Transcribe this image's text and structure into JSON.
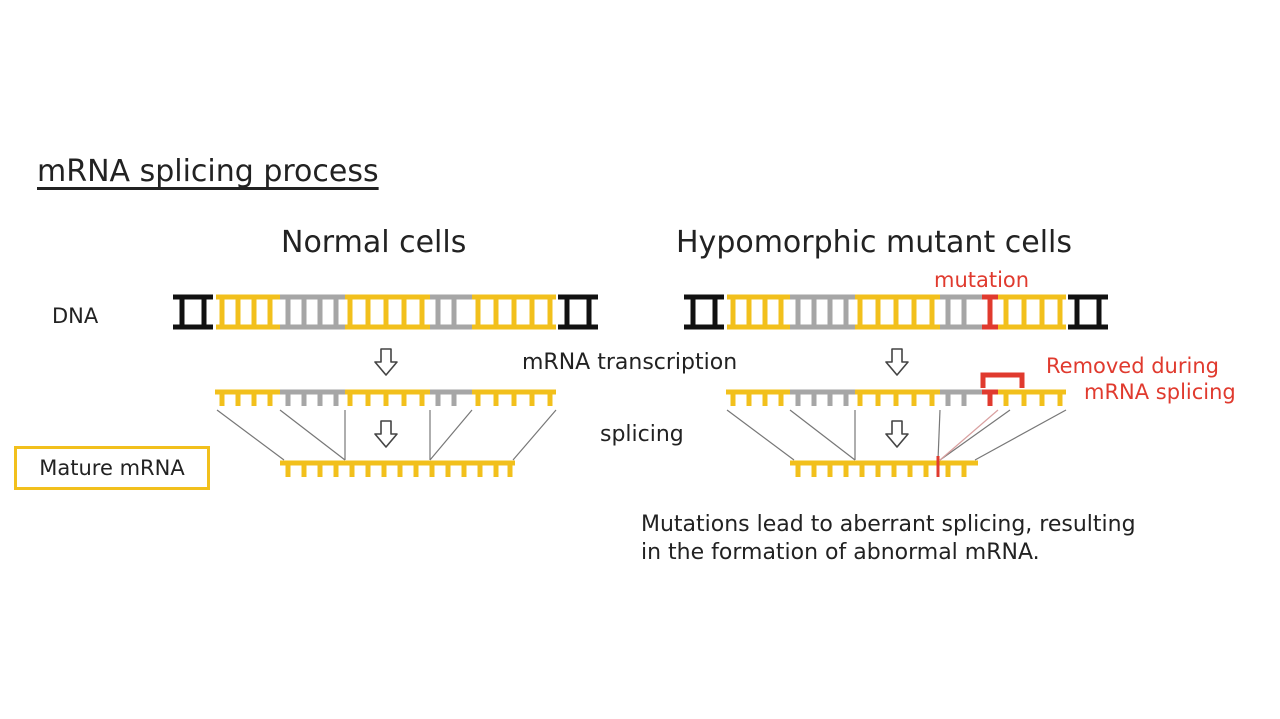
{
  "title": "mRNA splicing process",
  "normal_title": "Normal cells",
  "mutant_title": "Hypomorphic mutant cells",
  "dna_label": "DNA",
  "mutation_label": "mutation",
  "transcription_label": "mRNA transcription",
  "splicing_label": "splicing",
  "removed_label_line1": "Removed during",
  "removed_label_line2": "mRNA splicing",
  "mature_label": "Mature mRNA",
  "note_line1": "Mutations lead to aberrant splicing, resulting",
  "note_line2": "in the formation of abnormal mRNA.",
  "colors": {
    "exon": "#f2c01c",
    "intron": "#a6a6a6",
    "end_cap": "#111111",
    "mutation": "#e03a2e",
    "text": "#222222"
  }
}
